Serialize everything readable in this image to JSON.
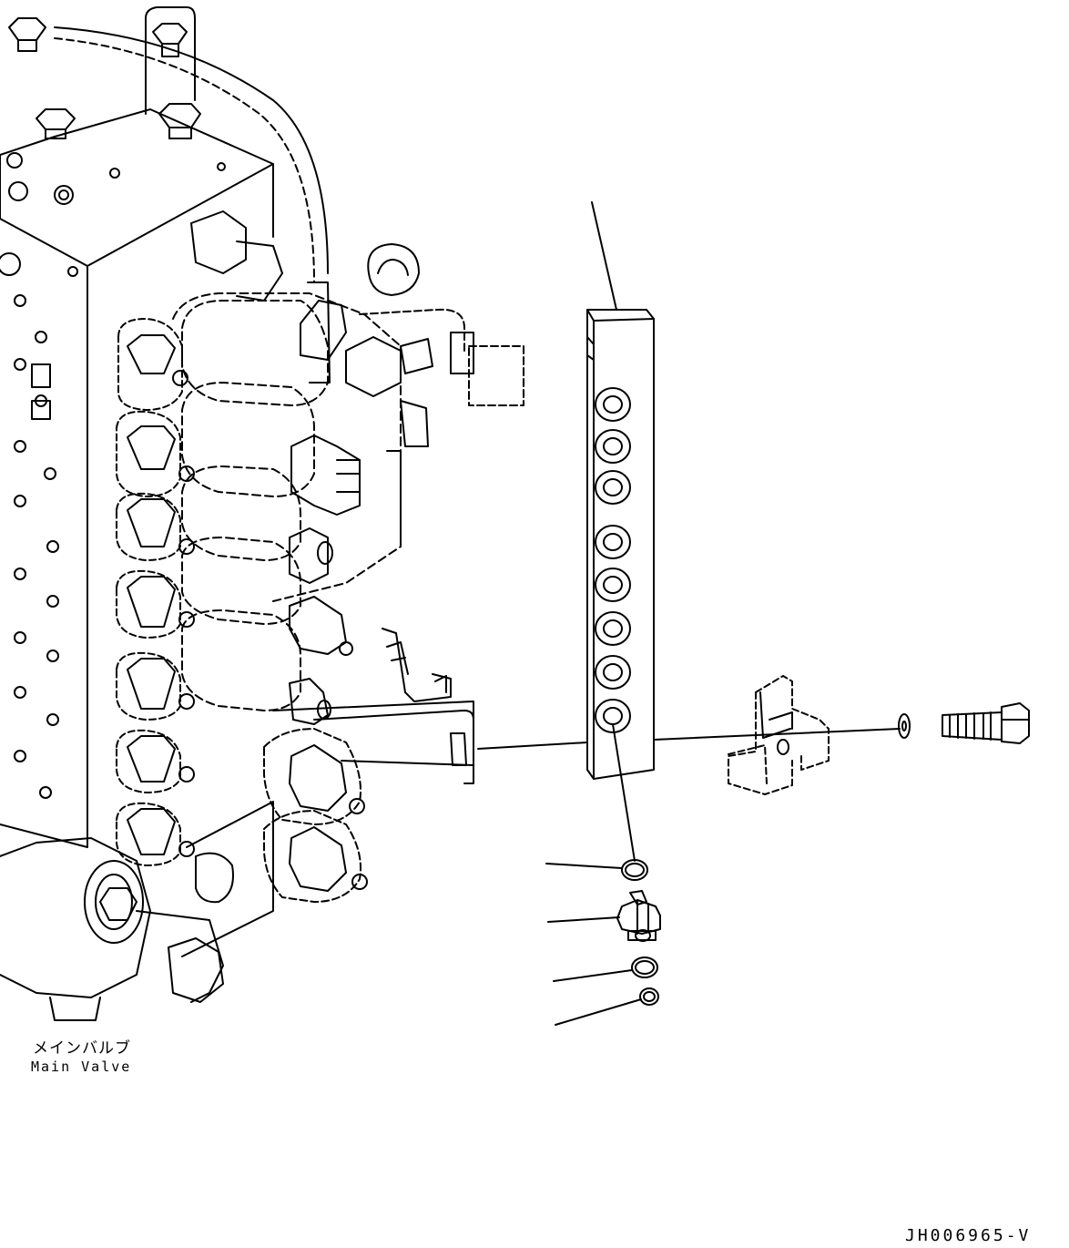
{
  "labels": {
    "main_valve_jp": "メインバルブ",
    "main_valve_en": "Main Valve"
  },
  "drawing_code": "JH006965-V",
  "colors": {
    "line": "#000000",
    "background": "#ffffff"
  }
}
